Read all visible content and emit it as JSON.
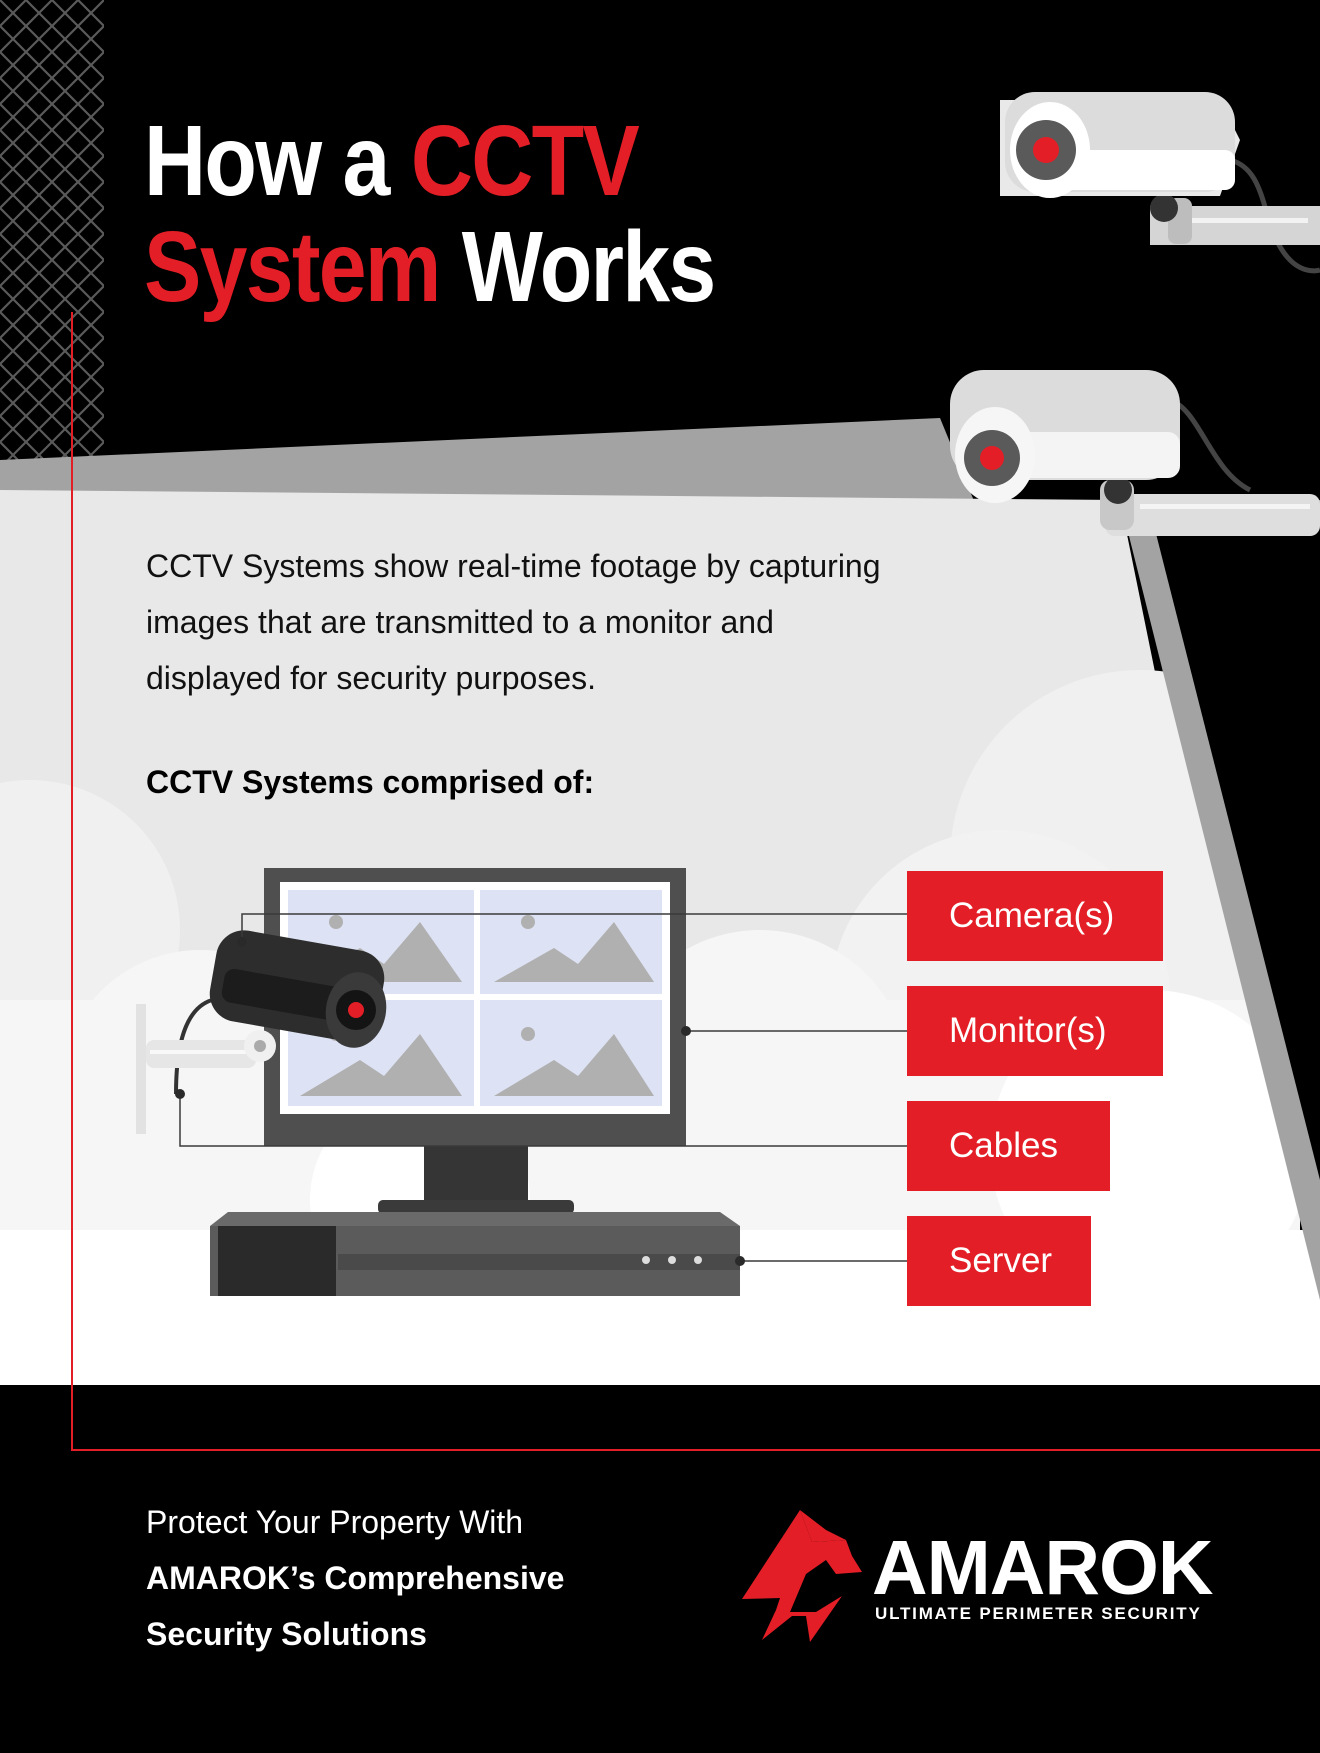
{
  "title": {
    "line1_white": "How a ",
    "line1_red": "CCTV",
    "line2_red": "System",
    "line2_white": " Works"
  },
  "intro": "CCTV Systems show real-time footage by capturing images that are transmitted to a monitor and displayed for security purposes.",
  "subhead": "CCTV Systems comprised of:",
  "components": [
    "Camera(s)",
    "Monitor(s)",
    "Cables",
    "Server"
  ],
  "footer": {
    "line1": "Protect Your Property With",
    "line2": "AMAROK’s Comprehensive",
    "line3": "Security Solutions"
  },
  "brand": {
    "name": "AMAROK",
    "tagline": "ULTIMATE PERIMETER SECURITY"
  },
  "colors": {
    "accent_red": "#e41e26",
    "background": "#000000",
    "panel": "#e8e8e8",
    "text_dark": "#111111"
  },
  "icons": [
    "fence-icon",
    "security-camera-icon",
    "monitor-icon",
    "server-icon",
    "amarok-logo-icon"
  ]
}
